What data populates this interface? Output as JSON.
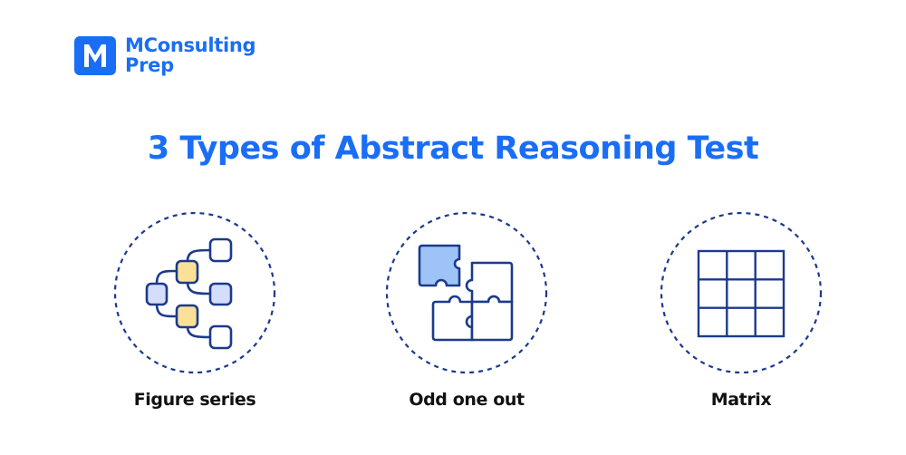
{
  "brand": {
    "logo_letter": "M",
    "name_line1": "MConsulting",
    "name_line2": "Prep",
    "color": "#1a6ef5"
  },
  "title": "3 Types of Abstract Reasoning Test",
  "types": [
    {
      "label": "Figure series",
      "icon": "tree-diagram-icon"
    },
    {
      "label": "Odd one out",
      "icon": "puzzle-icon"
    },
    {
      "label": "Matrix",
      "icon": "grid-3x3-icon"
    }
  ],
  "colors": {
    "stroke": "#1c3a8c",
    "yellow_fill": "#fbe197",
    "light_blue_fill": "#d4defb",
    "puzzle_blue_fill": "#9ec4f7",
    "title_blue": "#1a6ef5",
    "label_text": "#111111"
  }
}
